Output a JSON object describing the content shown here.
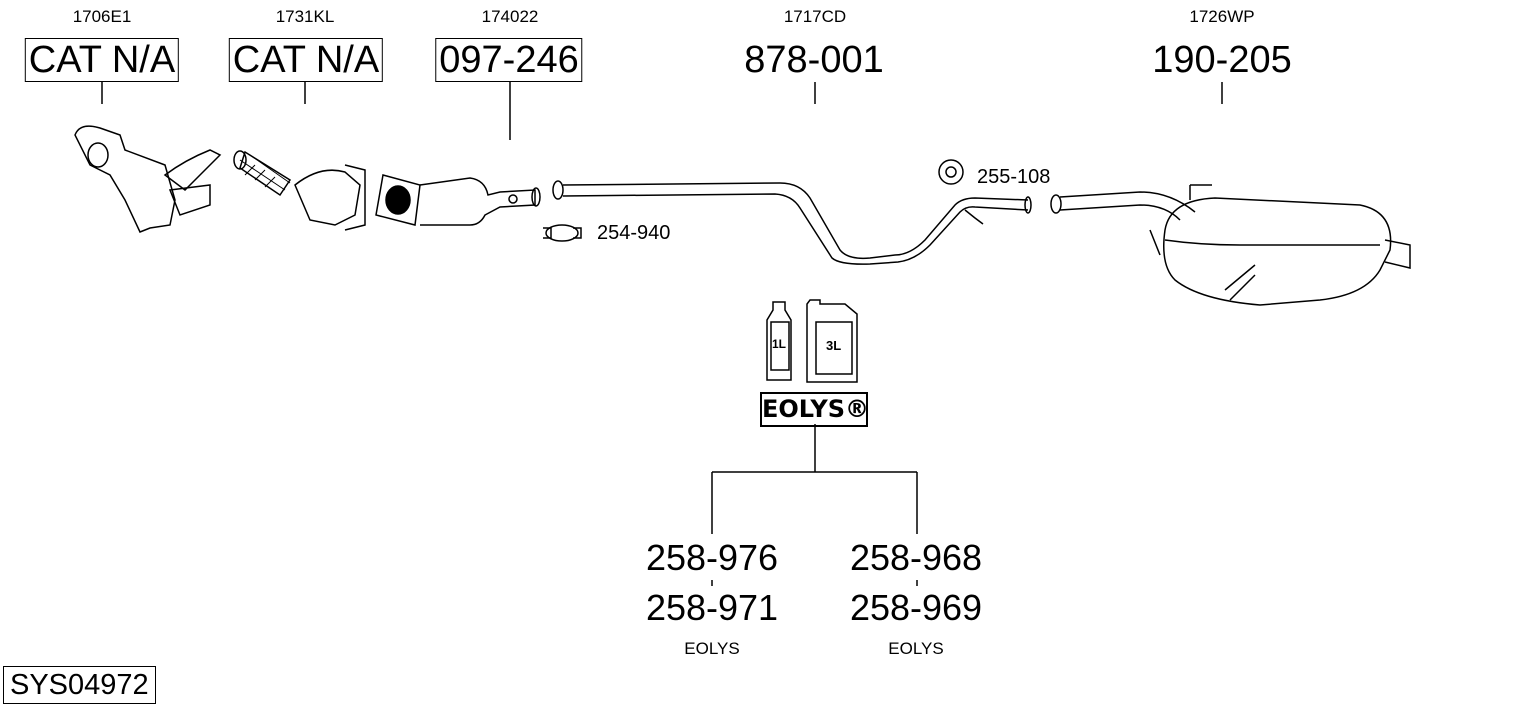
{
  "parts": [
    {
      "code": "1706E1",
      "ref": "CAT N/A"
    },
    {
      "code": "1731KL",
      "ref": "CAT N/A"
    },
    {
      "code": "174022",
      "ref": "097-246"
    },
    {
      "code": "1717CD",
      "ref": "878-001"
    },
    {
      "code": "1726WP",
      "ref": "190-205"
    }
  ],
  "accessories": {
    "clamp": "254-940",
    "hanger": "255-108"
  },
  "additive": {
    "bottle_small": "1L",
    "bottle_large": "3L",
    "brand": "EOLYS®",
    "left": {
      "primary": "258-976",
      "secondary": "258-971",
      "caption": "EOLYS"
    },
    "right": {
      "primary": "258-968",
      "secondary": "258-969",
      "caption": "EOLYS"
    }
  },
  "system_id": "SYS04972"
}
